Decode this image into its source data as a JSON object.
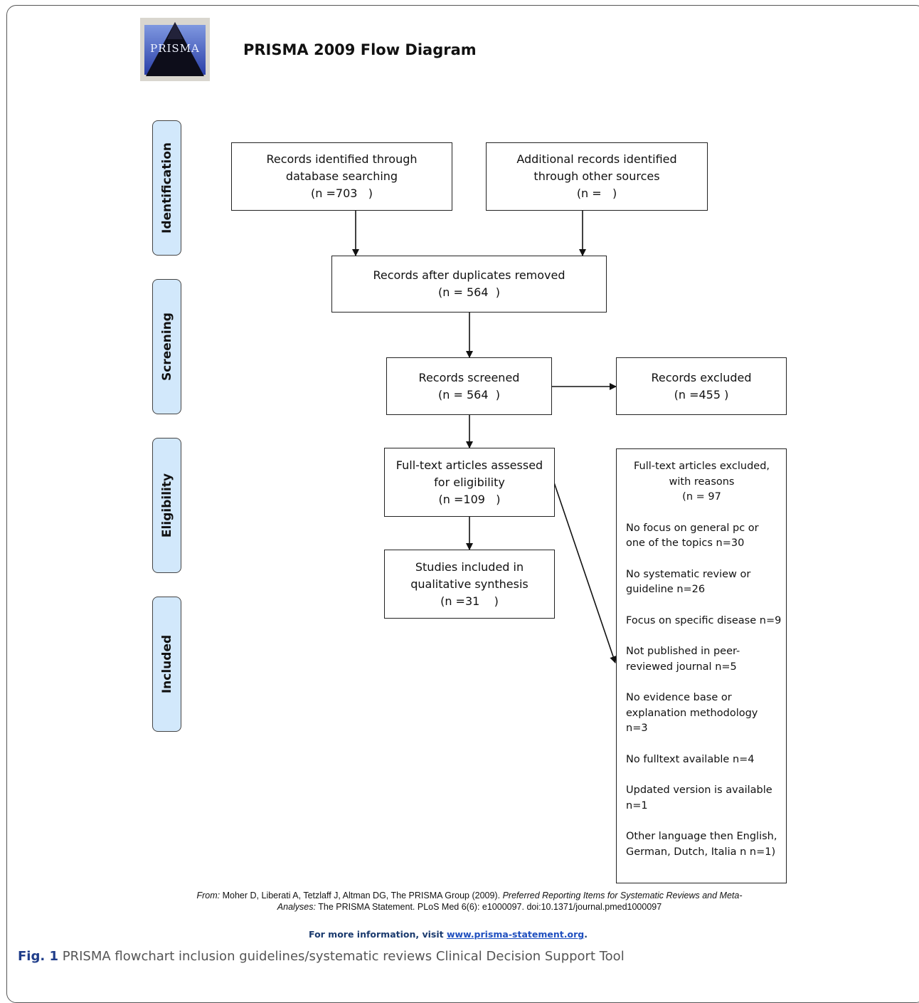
{
  "header": {
    "logo_text": "PRISMA",
    "title": "PRISMA 2009 Flow Diagram"
  },
  "stages": {
    "identification": "Identification",
    "screening": "Screening",
    "eligibility": "Eligibility",
    "included": "Included"
  },
  "boxes": {
    "database": {
      "line1": "Records identified through",
      "line2": "database searching",
      "line3": "(n =703   )"
    },
    "other_sources": {
      "line1": "Additional records identified",
      "line2": "through other sources",
      "line3": "(n =   )"
    },
    "duplicates": {
      "line1": "Records after duplicates removed",
      "line2": "(n = 564  )"
    },
    "screened": {
      "line1": "Records screened",
      "line2": "(n = 564  )"
    },
    "excluded": {
      "line1": "Records excluded",
      "line2": "(n =455 )"
    },
    "fulltext": {
      "line1": "Full-text articles assessed",
      "line2": "for eligibility",
      "line3": "(n =109   )"
    },
    "included": {
      "line1": "Studies included in",
      "line2": "qualitative synthesis",
      "line3": "(n =31    )"
    }
  },
  "fulltext_excluded": {
    "header": [
      "Full-text articles excluded,",
      "with reasons",
      "(n = 97"
    ],
    "reasons": [
      [
        "No focus on general pc or",
        "one of the topics n=30"
      ],
      [
        "No systematic review or",
        "guideline n=26"
      ],
      [
        "Focus on specific disease n=9"
      ],
      [
        "Not published in peer-",
        "reviewed journal n=5"
      ],
      [
        "No evidence base or",
        "explanation methodology",
        "n=3"
      ],
      [
        "No fulltext available n=4"
      ],
      [
        "Updated version is available",
        "n=1"
      ],
      [
        "Other language then English,",
        "German, Dutch, Italia n n=1)"
      ]
    ]
  },
  "footer": {
    "from_label": "From:",
    "citation_1": "Moher D, Liberati A, Tetzlaff J, Altman DG, The PRISMA Group (2009).",
    "citation_title_a": "Preferred Reporting Items for Systematic Reviews and Meta-",
    "citation_title_b": "Analyses:",
    "citation_2": "The PRISMA Statement. PLoS Med 6(6): e1000097. doi:10.1371/journal.pmed1000097",
    "more_info": "For more information, visit",
    "link": "www.prisma-statement.org",
    "period": "."
  },
  "caption": {
    "label": "Fig. 1",
    "text": "PRISMA flowchart inclusion guidelines/systematic reviews Clinical Decision Support Tool"
  },
  "colors": {
    "stage_fill": "#d2e8fb",
    "caption_label": "#1f3d8a",
    "link": "#1f4fbf"
  }
}
